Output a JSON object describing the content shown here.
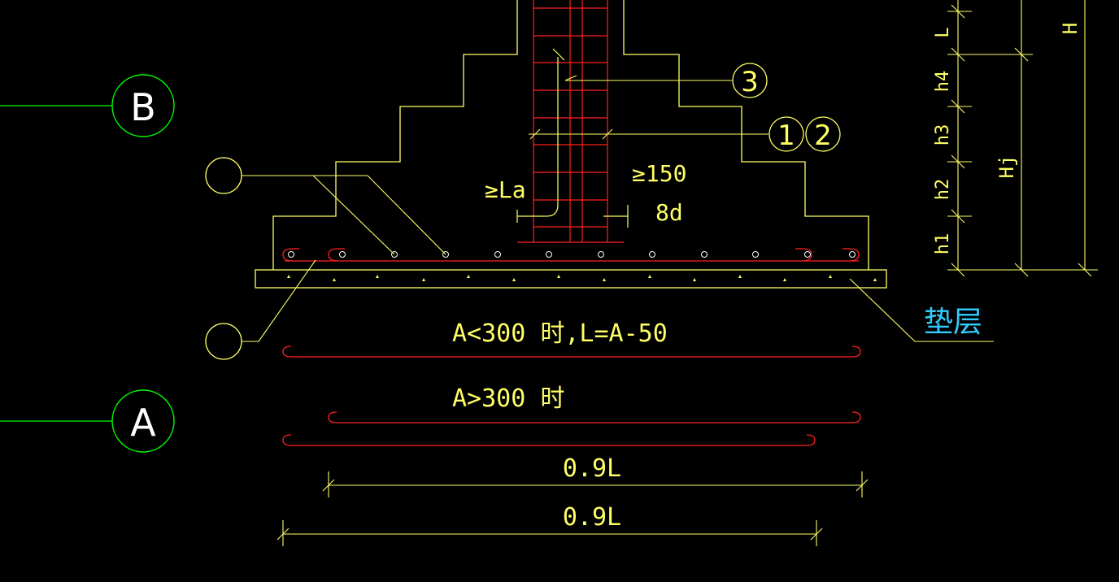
{
  "colors": {
    "background": "#000000",
    "yellow": "#ffff66",
    "red": "#ff2020",
    "green": "#00ff00",
    "cyan": "#33ccff"
  },
  "grid_axes": {
    "axis_b": "B",
    "axis_a": "A"
  },
  "callouts": {
    "bar_3": "3",
    "bar_1": "1",
    "bar_2": "2"
  },
  "dimensions": {
    "ge_la": "≥La",
    "ge_150": "≥150",
    "eight_d": "8d",
    "h1": "h1",
    "h2": "h2",
    "h3": "h3",
    "h4": "h4",
    "L": "L",
    "Hj": "Hj",
    "H": "H",
    "len_top": "0.9L",
    "len_bottom": "0.9L"
  },
  "labels": {
    "cushion": "垫层",
    "rule_a_lt_300": "A<300  时,L=A-50",
    "rule_a_gt_300": "A>300  时"
  }
}
